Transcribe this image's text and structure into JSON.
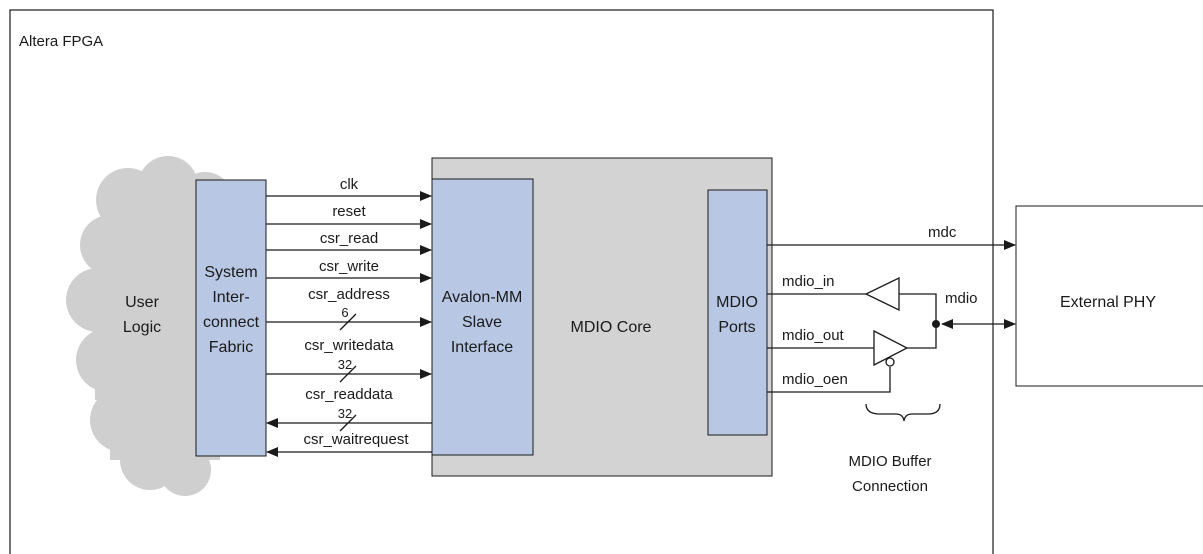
{
  "title": "Altera FPGA",
  "user_logic": {
    "line1": "User",
    "line2": "Logic"
  },
  "fabric": {
    "line1": "System",
    "line2": "Inter-",
    "line3": "connect",
    "line4": "Fabric"
  },
  "core": {
    "label": "MDIO Core"
  },
  "slave": {
    "line1": "Avalon-MM",
    "line2": "Slave",
    "line3": "Interface"
  },
  "ports": {
    "line1": "MDIO",
    "line2": "Ports"
  },
  "phy": {
    "label": "External PHY"
  },
  "signals": {
    "clk": "clk",
    "reset": "reset",
    "csr_read": "csr_read",
    "csr_write": "csr_write",
    "csr_address": "csr_address",
    "csr_address_width": "6",
    "csr_writedata": "csr_writedata",
    "csr_writedata_width": "32",
    "csr_readdata": "csr_readdata",
    "csr_readdata_width": "32",
    "csr_waitrequest": "csr_waitrequest",
    "mdc": "mdc",
    "mdio_in": "mdio_in",
    "mdio_out": "mdio_out",
    "mdio_oen": "mdio_oen",
    "mdio": "mdio"
  },
  "buffer": {
    "line1": "MDIO Buffer",
    "line2": "Connection"
  },
  "colors": {
    "block_fill": "#b8c7e3",
    "core_fill": "#d3d3d3",
    "cloud_fill": "#cfcfcf",
    "line": "#1a1a1a"
  }
}
